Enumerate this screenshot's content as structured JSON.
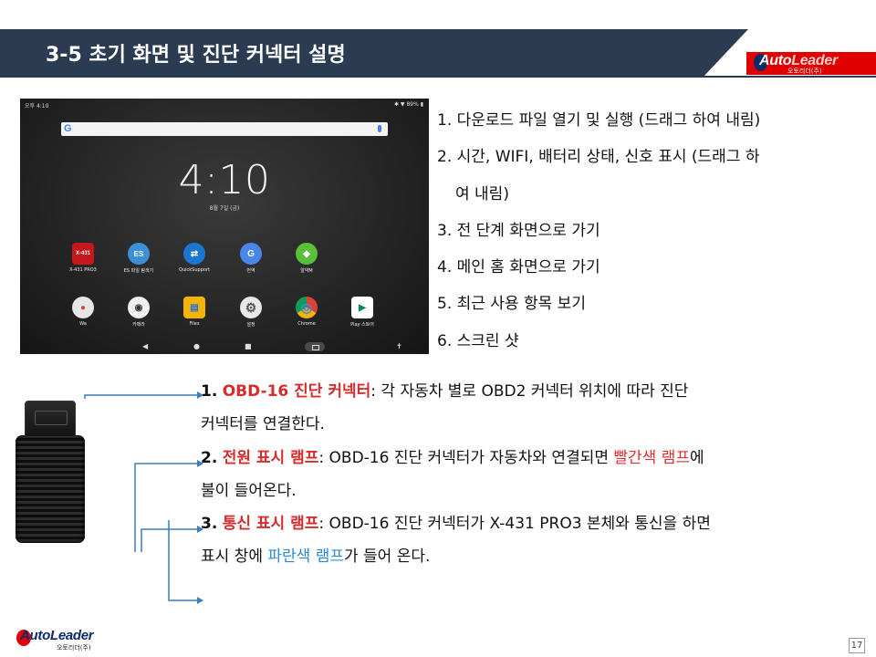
{
  "header": {
    "title": "3-5 초기 화면 및 진단 커넥터 설명"
  },
  "brand": {
    "logo_word_1": "Auto",
    "logo_word_2": "Leader",
    "logo_sub": "오토리더(주)"
  },
  "tablet": {
    "status_left": "오후 4:10",
    "status_right": "89%",
    "search_g": "G",
    "clock": "4:10",
    "date": "8월 7일 (금)",
    "apps_row1": [
      {
        "label": "X-431 PRO3",
        "icon": "x431-app-icon",
        "glyph": "X-431"
      },
      {
        "label": "ES 파일 탐색기",
        "icon": "file-explorer-icon",
        "glyph": "ES"
      },
      {
        "label": "QuickSupport",
        "icon": "quicksupport-icon",
        "glyph": "⇄"
      },
      {
        "label": "번역",
        "icon": "translate-icon",
        "glyph": "G"
      },
      {
        "label": "알약M",
        "icon": "pill-icon",
        "glyph": "◆"
      }
    ],
    "apps_row2": [
      {
        "label": "Wa",
        "icon": "app-folder-icon",
        "glyph": "●"
      },
      {
        "label": "카메라",
        "icon": "camera-icon",
        "glyph": "◉"
      },
      {
        "label": "Files",
        "icon": "files-icon",
        "glyph": "▤"
      },
      {
        "label": "설정",
        "icon": "settings-gear-icon",
        "glyph": "⚙"
      },
      {
        "label": "Chrome",
        "icon": "chrome-icon",
        "glyph": "◎"
      },
      {
        "label": "Play 스토어",
        "icon": "play-store-icon",
        "glyph": "▶"
      }
    ],
    "nav": {
      "back": "◀",
      "home": "●",
      "recent": "■",
      "misc": "✝"
    }
  },
  "list": {
    "items": [
      "1. 다운로드 파일 열기 및 실행 (드래그 하여 내림)",
      "2. 시간, WIFI, 배터리 상태, 신호 표시 (드래그 하",
      "여 내림)",
      "3. 전 단계 화면으로 가기",
      "4. 메인 홈 화면으로 가기",
      "5. 최근 사용 항목 보기",
      "6. 스크린 샷"
    ]
  },
  "desc": {
    "d1_num": "1.",
    "d1_title": "OBD-16 진단 커넥터",
    "d1_rest": ": 각 자동차 별로 OBD2 커넥터 위치에 따라 진단",
    "d1_line2": "커넥터를 연결한다.",
    "d2_num": "2.",
    "d2_title": "전원 표시 램프",
    "d2_rest": ": OBD-16 진단 커넥터가 자동차와 연결되면",
    "d2_red": "빨간색 램프",
    "d2_tail": "에",
    "d2_line2": "불이 들어온다.",
    "d3_num": "3.",
    "d3_title": "통신 표시 램프",
    "d3_rest": ": OBD-16 진단 커넥터가 X-431 PRO3 본체와 통신을 하면",
    "d3_pre": "표시 창에",
    "d3_blue": "파란색 램프",
    "d3_tail": "가 들어 온다."
  },
  "footer": {
    "page": "17"
  },
  "colors": {
    "banner": "#2b3c52",
    "accent_red": "#d82c2c",
    "accent_blue": "#2d8bd4",
    "arrow": "#3a7fbf"
  }
}
